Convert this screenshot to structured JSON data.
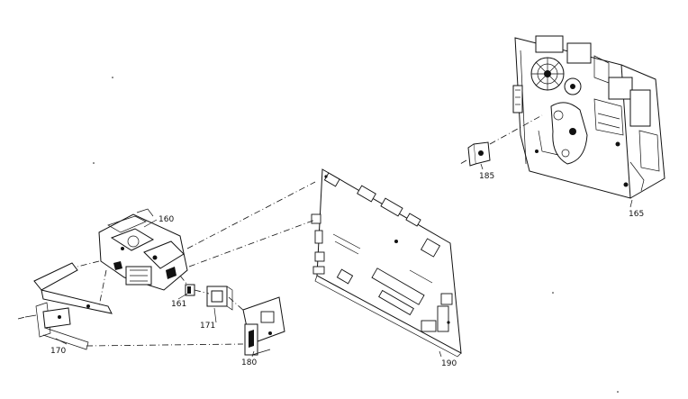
{
  "diagram": {
    "parts": [
      {
        "id": "p160",
        "label": "160"
      },
      {
        "id": "p161",
        "label": "161"
      },
      {
        "id": "p170",
        "label": "170"
      },
      {
        "id": "p171",
        "label": "171"
      },
      {
        "id": "p180",
        "label": "180"
      },
      {
        "id": "p185",
        "label": "185"
      },
      {
        "id": "p165",
        "label": "165"
      },
      {
        "id": "p190",
        "label": "190"
      }
    ]
  }
}
